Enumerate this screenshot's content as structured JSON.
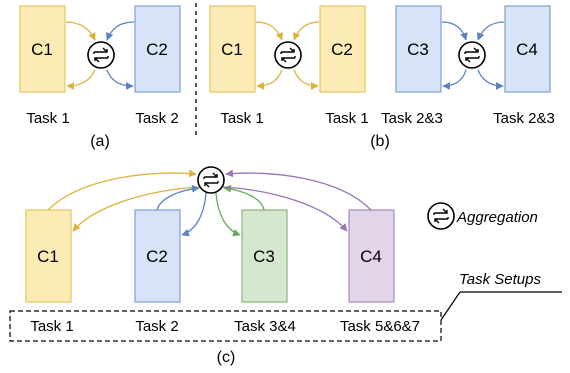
{
  "colors": {
    "yellow_fill": "#fdebb5",
    "yellow_stroke": "#e7c65f",
    "yellow_arrow": "#ddb23e",
    "blue_fill": "#d7e3f7",
    "blue_stroke": "#7f9fd0",
    "blue_arrow": "#5b82c2",
    "green_fill": "#d5e8cf",
    "green_stroke": "#86b878",
    "green_arrow": "#6aa75b",
    "purple_fill": "#e2d4e9",
    "purple_stroke": "#a88bbb",
    "purple_arrow": "#9a74b3"
  },
  "icon": "aggregation-icon",
  "panel_a": {
    "clients": [
      "C1",
      "C2"
    ],
    "tasks": [
      "Task 1",
      "Task 2"
    ],
    "caption": "(a)"
  },
  "panel_b": {
    "clients": [
      "C1",
      "C2",
      "C3",
      "C4"
    ],
    "tasks": [
      "Task 1",
      "Task 1",
      "Task 2&3",
      "Task 2&3"
    ],
    "caption": "(b)"
  },
  "panel_c": {
    "clients": [
      "C1",
      "C2",
      "C3",
      "C4"
    ],
    "tasks": [
      "Task 1",
      "Task 2",
      "Task 3&4",
      "Task 5&6&7"
    ],
    "caption": "(c)",
    "legend_label": "Aggregation",
    "setups_label": "Task Setups"
  }
}
